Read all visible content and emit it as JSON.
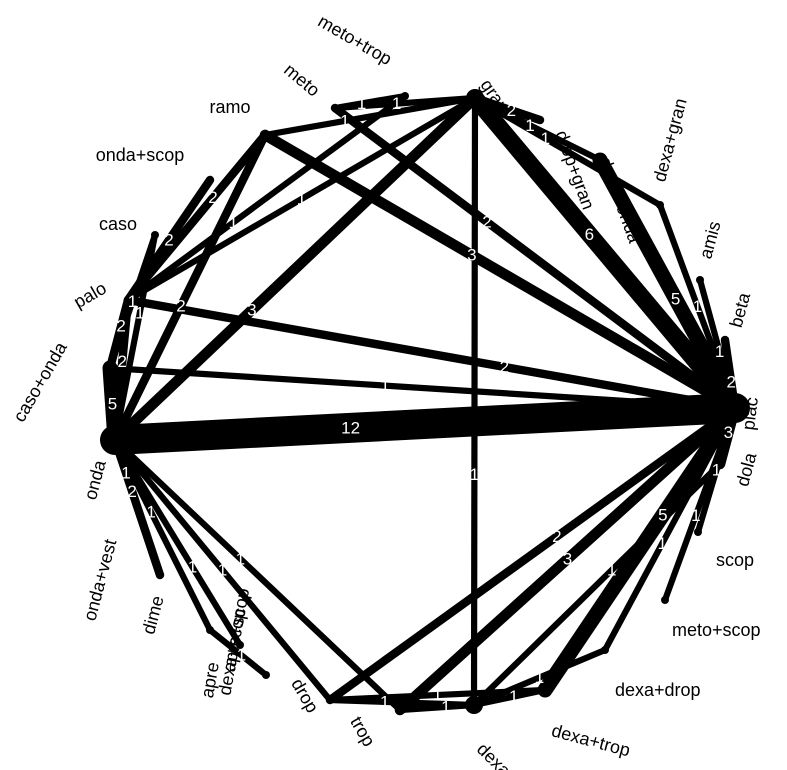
{
  "nodes": [
    {
      "id": "plac",
      "label": "plac"
    },
    {
      "id": "dola",
      "label": "dola"
    },
    {
      "id": "scop",
      "label": "scop"
    },
    {
      "id": "meto+scop",
      "label": "meto+scop"
    },
    {
      "id": "dexa+drop",
      "label": "dexa+drop"
    },
    {
      "id": "dexa+trop",
      "label": "dexa+trop"
    },
    {
      "id": "dexa",
      "label": "dexa"
    },
    {
      "id": "trop",
      "label": "trop"
    },
    {
      "id": "drop",
      "label": "drop"
    },
    {
      "id": "dexa+scop",
      "label": "dexa+scop"
    },
    {
      "id": "apre+scop",
      "label": "apre+scop"
    },
    {
      "id": "apre",
      "label": "apre"
    },
    {
      "id": "dime",
      "label": "dime"
    },
    {
      "id": "onda+vest",
      "label": "onda+vest"
    },
    {
      "id": "onda",
      "label": "onda"
    },
    {
      "id": "caso+onda",
      "label": "caso+onda"
    },
    {
      "id": "palo",
      "label": "palo"
    },
    {
      "id": "caso",
      "label": "caso"
    },
    {
      "id": "onda+scop",
      "label": "onda+scop"
    },
    {
      "id": "ramo",
      "label": "ramo"
    },
    {
      "id": "meto",
      "label": "meto"
    },
    {
      "id": "meto+trop",
      "label": "meto+trop"
    },
    {
      "id": "gran",
      "label": "gran"
    },
    {
      "id": "drop+gran",
      "label": "drop+gran"
    },
    {
      "id": "dexa+onda",
      "label": "dexa+onda"
    },
    {
      "id": "dexa+gran",
      "label": "dexa+gran"
    },
    {
      "id": "amis",
      "label": "amis"
    },
    {
      "id": "beta",
      "label": "beta"
    }
  ],
  "edges": [
    {
      "a": "onda",
      "b": "plac",
      "n": "12"
    },
    {
      "a": "gran",
      "b": "plac",
      "n": "6"
    },
    {
      "a": "caso+onda",
      "b": "onda",
      "n": "5"
    },
    {
      "a": "dexa+onda",
      "b": "plac",
      "n": "5"
    },
    {
      "a": "dexa+trop",
      "b": "plac",
      "n": "5"
    },
    {
      "a": "onda",
      "b": "gran",
      "n": "3"
    },
    {
      "a": "ramo",
      "b": "plac",
      "n": "3"
    },
    {
      "a": "trop",
      "b": "plac",
      "n": "3"
    },
    {
      "a": "dola",
      "b": "plac",
      "n": "3"
    },
    {
      "a": "palo",
      "b": "plac",
      "n": "2"
    },
    {
      "a": "meto",
      "b": "plac",
      "n": "2"
    },
    {
      "a": "drop+gran",
      "b": "gran",
      "n": "2"
    },
    {
      "a": "dexa+gran",
      "b": "plac",
      "n": "1"
    },
    {
      "a": "drop",
      "b": "plac",
      "n": "2"
    },
    {
      "a": "beta",
      "b": "plac",
      "n": "2"
    },
    {
      "a": "palo",
      "b": "caso+onda",
      "n": "2"
    },
    {
      "a": "palo",
      "b": "onda",
      "n": "2"
    },
    {
      "a": "onda+scop",
      "b": "palo",
      "n": "2"
    },
    {
      "a": "ramo",
      "b": "onda",
      "n": "2"
    },
    {
      "a": "dime",
      "b": "onda",
      "n": "2"
    },
    {
      "a": "dexa",
      "b": "gran",
      "n": "1"
    },
    {
      "a": "dexa+drop",
      "b": "plac",
      "n": "1"
    },
    {
      "a": "caso+onda",
      "b": "caso",
      "n": "1"
    },
    {
      "a": "amis",
      "b": "plac",
      "n": "1"
    },
    {
      "a": "meto+trop",
      "b": "palo",
      "n": "1"
    },
    {
      "a": "caso",
      "b": "onda",
      "n": "1"
    },
    {
      "a": "meto+scop",
      "b": "plac",
      "n": "1"
    },
    {
      "a": "scop",
      "b": "plac",
      "n": "1"
    },
    {
      "a": "onda+vest",
      "b": "onda",
      "n": "1"
    },
    {
      "a": "apre",
      "b": "onda",
      "n": "1"
    },
    {
      "a": "apre+scop",
      "b": "onda",
      "n": "1"
    },
    {
      "a": "dexa+scop",
      "b": "apre",
      "n": "1"
    },
    {
      "a": "drop",
      "b": "onda",
      "n": "1"
    },
    {
      "a": "trop",
      "b": "onda",
      "n": "1"
    },
    {
      "a": "dexa",
      "b": "drop",
      "n": "1"
    },
    {
      "a": "dexa",
      "b": "trop",
      "n": "1"
    },
    {
      "a": "dexa+trop",
      "b": "dexa",
      "n": "1"
    },
    {
      "a": "dexa+drop",
      "b": "dexa",
      "n": "1"
    },
    {
      "a": "gran",
      "b": "meto",
      "n": "1"
    },
    {
      "a": "meto+trop",
      "b": "meto",
      "n": "1"
    },
    {
      "a": "gran",
      "b": "dexa+gran",
      "n": "1"
    },
    {
      "a": "gran",
      "b": "dexa+onda",
      "n": "1"
    },
    {
      "a": "dexa+trop",
      "b": "drop",
      "n": "1"
    },
    {
      "a": "dexa",
      "b": "dola",
      "n": "1"
    },
    {
      "a": "gran",
      "b": "ramo",
      "n": "1"
    },
    {
      "a": "ramo",
      "b": "palo",
      "n": "2"
    },
    {
      "a": "caso+onda",
      "b": "plac",
      "n": "1"
    },
    {
      "a": "gran",
      "b": "palo",
      "n": "1"
    }
  ]
}
